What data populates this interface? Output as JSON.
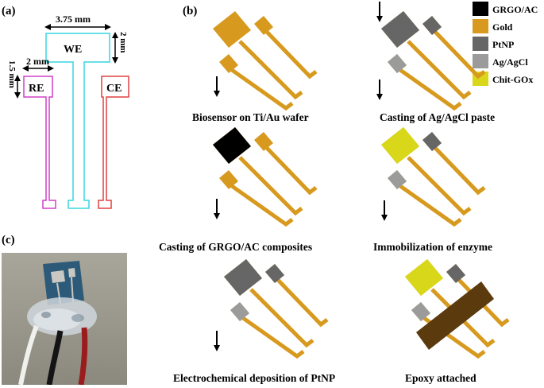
{
  "panels": {
    "a": "(a)",
    "b": "(b)",
    "c": "(c)"
  },
  "layout_a": {
    "dims": {
      "width_top": "3.75 mm",
      "height_we": "2 mm",
      "width_side": "2 mm",
      "height_side": "1.5 mm"
    },
    "electrodes": {
      "we": "WE",
      "re": "RE",
      "ce": "CE"
    },
    "colors": {
      "we": "#38d6e0",
      "re": "#d040c8",
      "ce": "#e04040"
    }
  },
  "legend": [
    {
      "label": "GRGO/AC",
      "color": "#000000"
    },
    {
      "label": "Gold",
      "color": "#d79a1e"
    },
    {
      "label": "PtNP",
      "color": "#666666"
    },
    {
      "label": "Ag/AgCl",
      "color": "#9b9b9b"
    },
    {
      "label": "Chit-GOx",
      "color": "#d9d71a"
    }
  ],
  "steps": [
    {
      "caption": "Biosensor on Ti/Au wafer"
    },
    {
      "caption": "Casting of Ag/AgCl paste"
    },
    {
      "caption": "Casting of GRGO/AC composites"
    },
    {
      "caption": "Immobilization of enzyme"
    },
    {
      "caption": "Electrochemical deposition of PtNP"
    },
    {
      "caption": "Epoxy attached"
    }
  ]
}
